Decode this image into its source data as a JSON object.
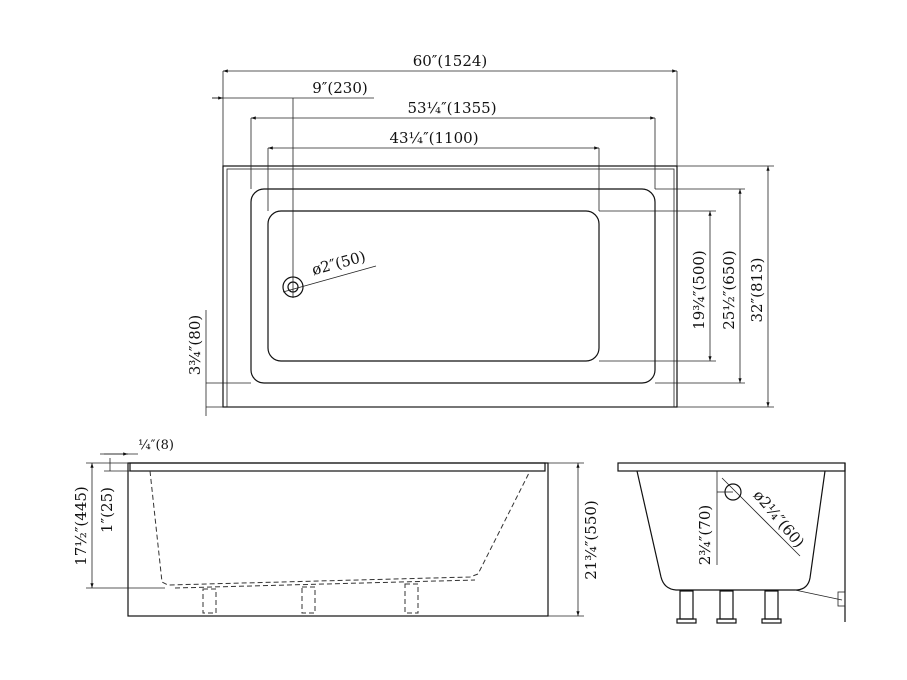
{
  "top_view": {
    "overall_length": "60″(1524)",
    "drain_offset": "9″(230)",
    "inner_rim_length": "53¼″(1355)",
    "bottom_length": "43¼″(1100)",
    "drain_diameter": "ø2″(50)",
    "bottom_width": "19¾″(500)",
    "inner_rim_width": "25½″(650)",
    "overall_width": "32″(813)",
    "rim_offset": "3¾″(80)"
  },
  "front_view": {
    "rim_thickness": "¼″(8)",
    "rim_lip": "1″(25)",
    "inner_depth": "17½″(445)",
    "overall_height": "21¾″(550)"
  },
  "side_view": {
    "overflow_height": "2¾″(70)",
    "overflow_diameter": "ø2¼″(60)"
  }
}
